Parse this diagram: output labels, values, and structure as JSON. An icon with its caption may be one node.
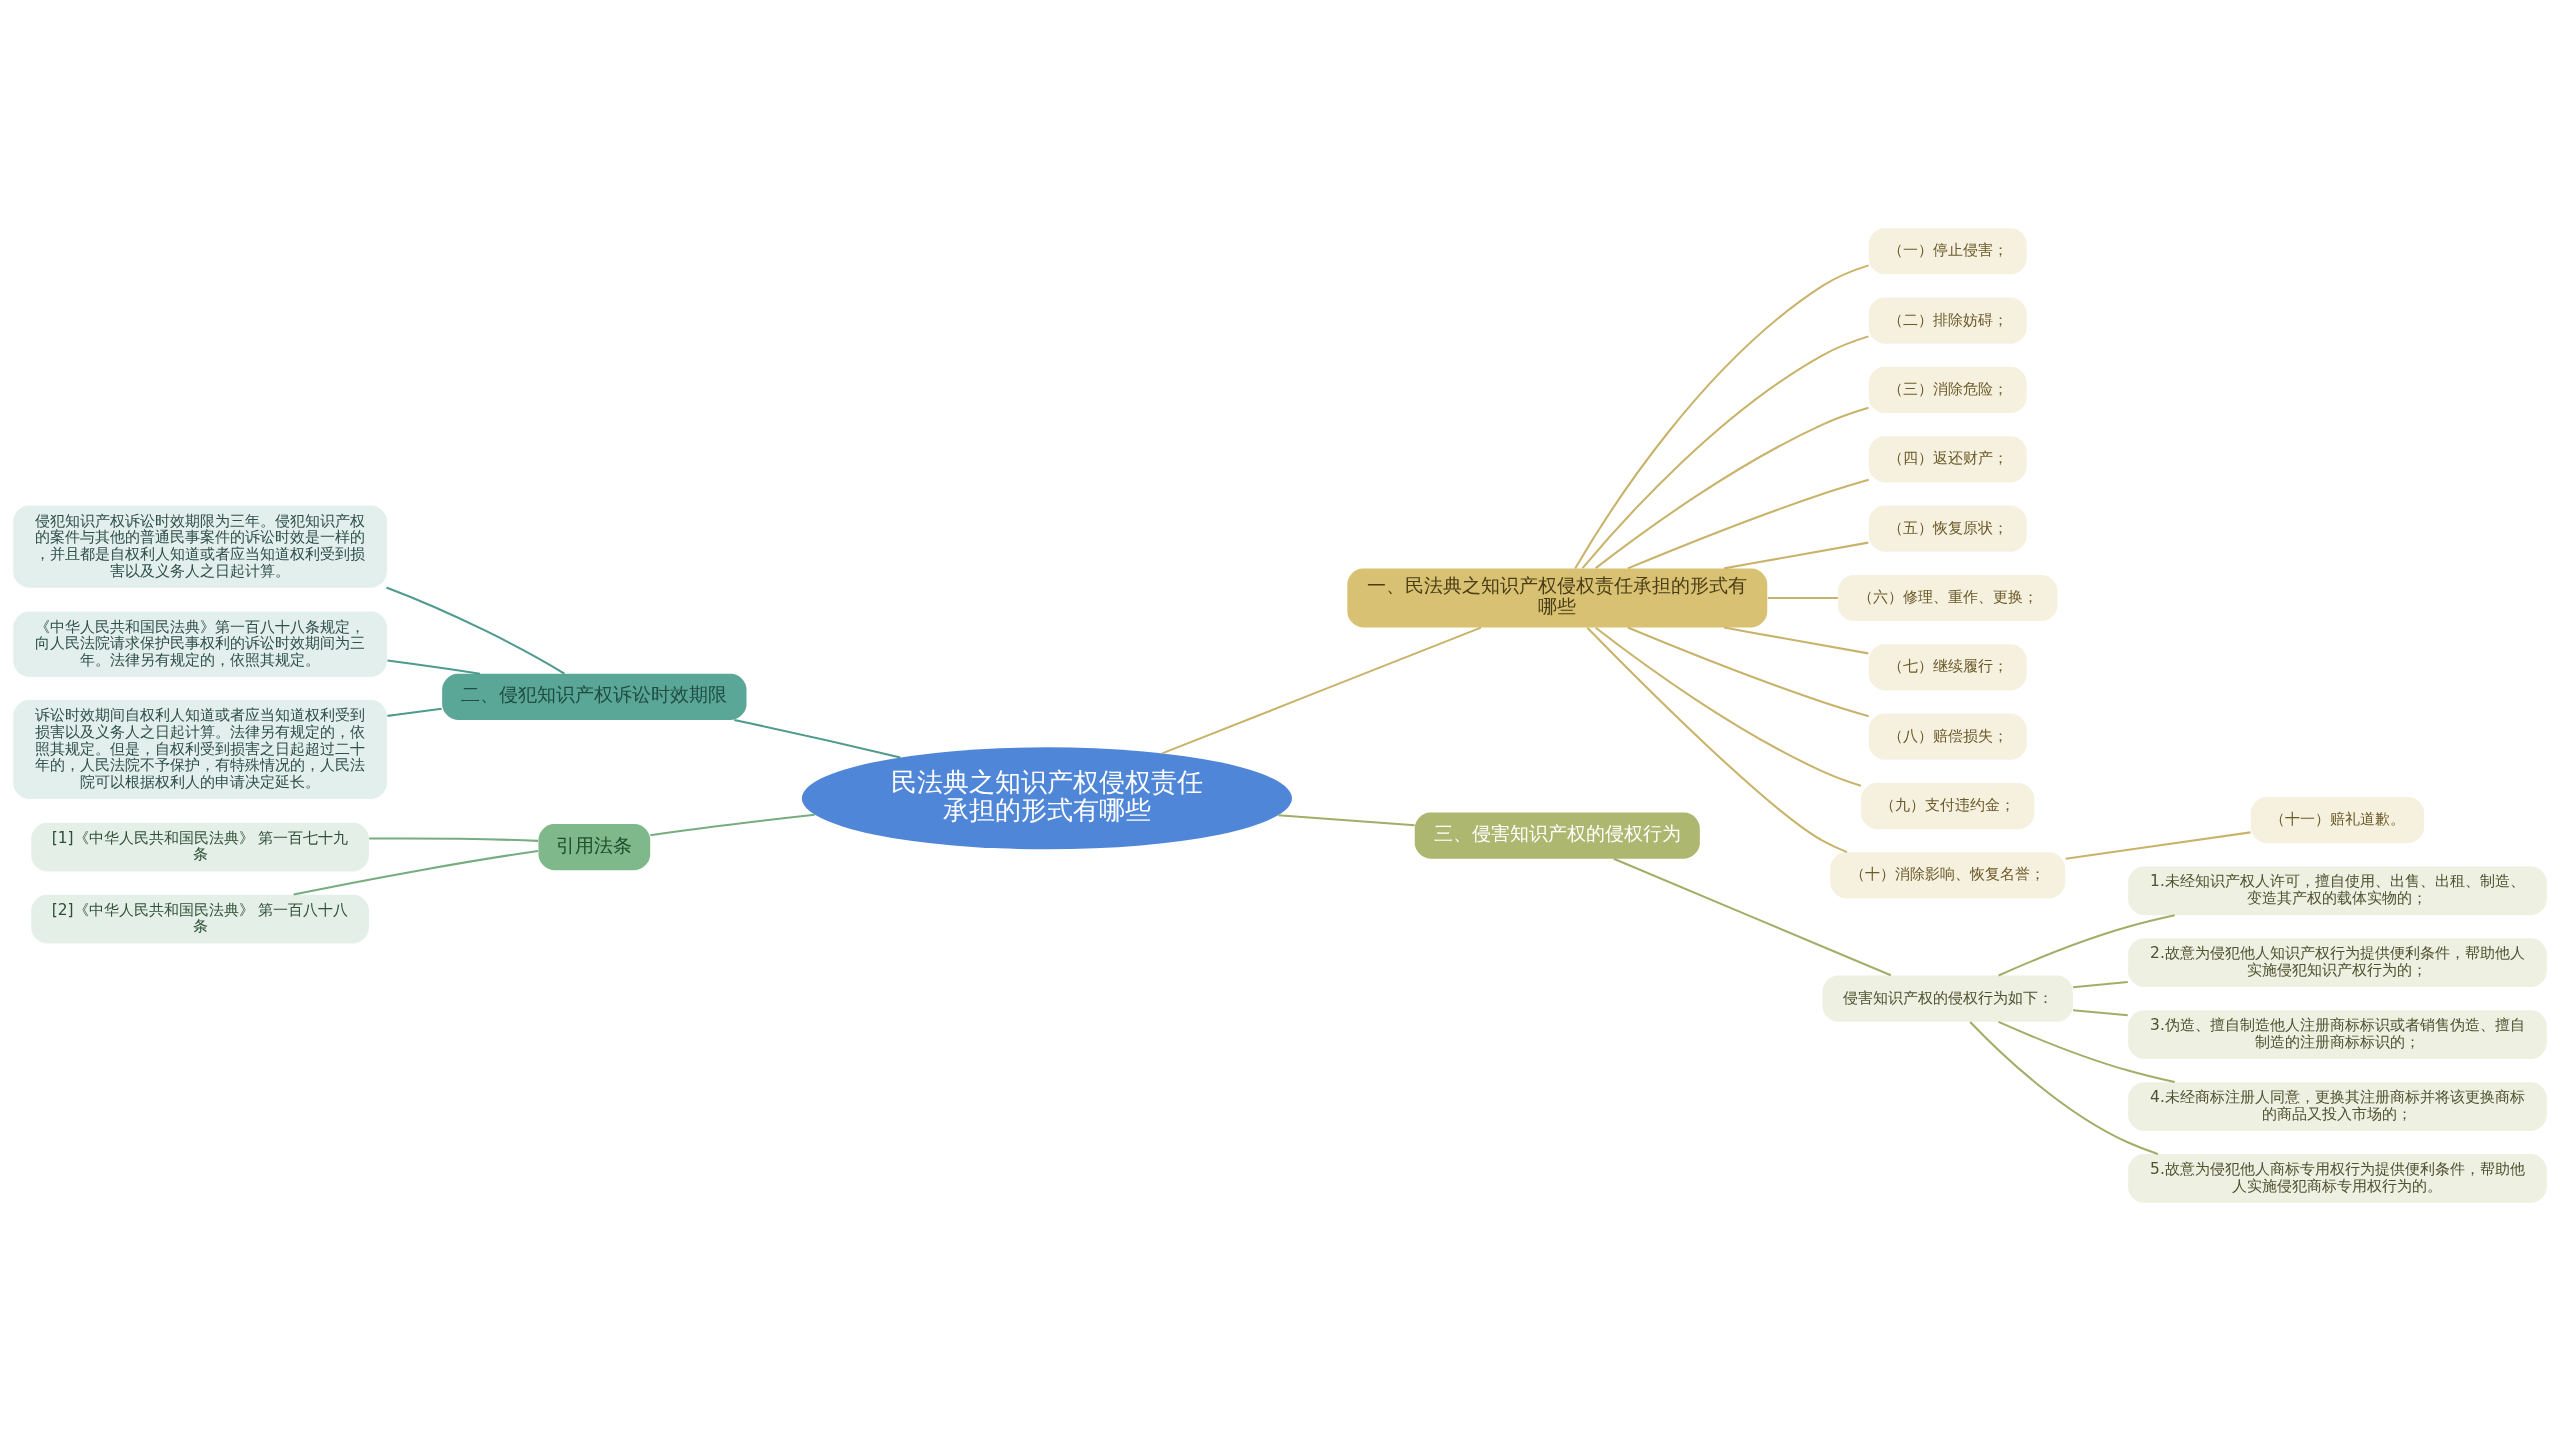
{
  "diagram": {
    "nodes": [
      {
        "text": [
          "民法典之知识产权侵权责任承担的形式有哪些"
        ]
      },
      {
        "text": [
          "一、民法典之知识产权侵权责任承担的形式有哪些"
        ]
      },
      {
        "text": [
          "（一）停止侵害；"
        ]
      },
      {
        "text": [
          "（二）排除妨碍；"
        ]
      },
      {
        "text": [
          "（三）消除危险；"
        ]
      },
      {
        "text": [
          "（四）返还财产；"
        ]
      },
      {
        "text": [
          "（五）恢复原状；"
        ]
      },
      {
        "text": [
          "（六）修理、重作、更换；"
        ]
      },
      {
        "text": [
          "（七）继续履行；"
        ]
      },
      {
        "text": [
          "（八）赔偿损失；"
        ]
      },
      {
        "text": [
          "（九）支付违约金；"
        ]
      },
      {
        "text": [
          "（十）消除影响、恢复名誉；"
        ]
      },
      {
        "text": [
          "（十一）赔礼道歉。"
        ]
      },
      {
        "text": [
          "三、侵害知识产权的侵权行为"
        ]
      },
      {
        "text": [
          "侵害知识产权的侵权行为如下："
        ]
      },
      {
        "text": [
          "1.未经知识产权人许可，擅自使用、出售、出租、制造、变造其产权的载体实物的；"
        ]
      },
      {
        "text": [
          "2.故意为侵犯他人知识产权行为提供便利条件，帮助他人实施侵犯知识产权行为的；"
        ]
      },
      {
        "text": [
          "3.伪造、擅自制造他人注册商标标识或者销售伪造、擅自制造的注册商标标识的；"
        ]
      },
      {
        "text": [
          "4.未经商标注册人同意，更换其注册商标并将该更换商标的商品又投入市场的；"
        ]
      },
      {
        "text": [
          "5.故意为侵犯他人商标专用权行为提供便利条件，帮助他人实施侵犯商标专用权行为的。"
        ]
      },
      {
        "text": [
          "二、侵犯知识产权诉讼时效期限"
        ]
      },
      {
        "text": [
          "侵犯知识产权诉讼时效期限为三年。侵犯知识产权的案件与其他的普通民事案件的诉讼时效是一样的，并且都是自权利人知道或者应当知道权利受到损害以及义务人之日起计算。"
        ]
      },
      {
        "text": [
          "《中华人民共和国民法典》第一百八十八条规定，向人民法院请求保护民事权利的诉讼时效期间为三年。法律另有规定的，依照其规定。"
        ]
      },
      {
        "text": [
          "诉讼时效期间自权利人知道或者应当知道权利受到损害以及义务人之日起计算。法律另有规定的，依照其规定。但是，自权利受到损害之日起超过二十年的，人民法院不予保护，有特殊情况的，人民法院可以根据权利人的申请决定延长。"
        ]
      },
      {
        "text": [
          "引用法条"
        ]
      },
      {
        "text": [
          "[1]《中华人民共和国民法典》 第一百七十九条"
        ]
      },
      {
        "text": [
          "[2]《中华人民共和国民法典》 第一百八十八条"
        ]
      }
    ],
    "edges": [
      {
        "from": 0,
        "to": 1,
        "arrow": "none"
      },
      {
        "from": 1,
        "to": 2,
        "arrow": "none"
      },
      {
        "from": 1,
        "to": 3,
        "arrow": "none"
      },
      {
        "from": 1,
        "to": 4,
        "arrow": "none"
      },
      {
        "from": 1,
        "to": 5,
        "arrow": "none"
      },
      {
        "from": 1,
        "to": 6,
        "arrow": "none"
      },
      {
        "from": 1,
        "to": 7,
        "arrow": "none"
      },
      {
        "from": 1,
        "to": 8,
        "arrow": "none"
      },
      {
        "from": 1,
        "to": 9,
        "arrow": "none"
      },
      {
        "from": 1,
        "to": 10,
        "arrow": "none"
      },
      {
        "from": 1,
        "to": 11,
        "arrow": "none"
      },
      {
        "from": 11,
        "to": 12,
        "arrow": "none"
      },
      {
        "from": 0,
        "to": 13,
        "arrow": "none",
        "color": "#a3ad67"
      },
      {
        "from": 13,
        "to": 14,
        "arrow": "none",
        "color": "#a3ad67"
      },
      {
        "from": 14,
        "to": 15,
        "arrow": "none",
        "color": "#a3ad67"
      },
      {
        "from": 14,
        "to": 16,
        "arrow": "none",
        "color": "#a3ad67"
      },
      {
        "from": 14,
        "to": 17,
        "arrow": "none",
        "color": "#a3ad67"
      },
      {
        "from": 14,
        "to": 18,
        "arrow": "none",
        "color": "#a3ad67"
      },
      {
        "from": 14,
        "to": 19,
        "arrow": "none",
        "color": "#a3ad67"
      },
      {
        "from": 0,
        "to": 20,
        "arrow": "none",
        "color": "#4e9a8d"
      },
      {
        "from": 20,
        "to": 21,
        "arrow": "none",
        "color": "#4e9a8d"
      },
      {
        "from": 20,
        "to": 22,
        "arrow": "none",
        "color": "#4e9a8d"
      },
      {
        "from": 20,
        "to": 23,
        "arrow": "none",
        "color": "#4e9a8d"
      },
      {
        "from": 0,
        "to": 24,
        "arrow": "none",
        "color": "#76ad80"
      },
      {
        "from": 24,
        "to": 25,
        "arrow": "none",
        "color": "#76ad80"
      },
      {
        "from": 24,
        "to": 26,
        "arrow": "none",
        "color": "#76ad80"
      }
    ]
  }
}
